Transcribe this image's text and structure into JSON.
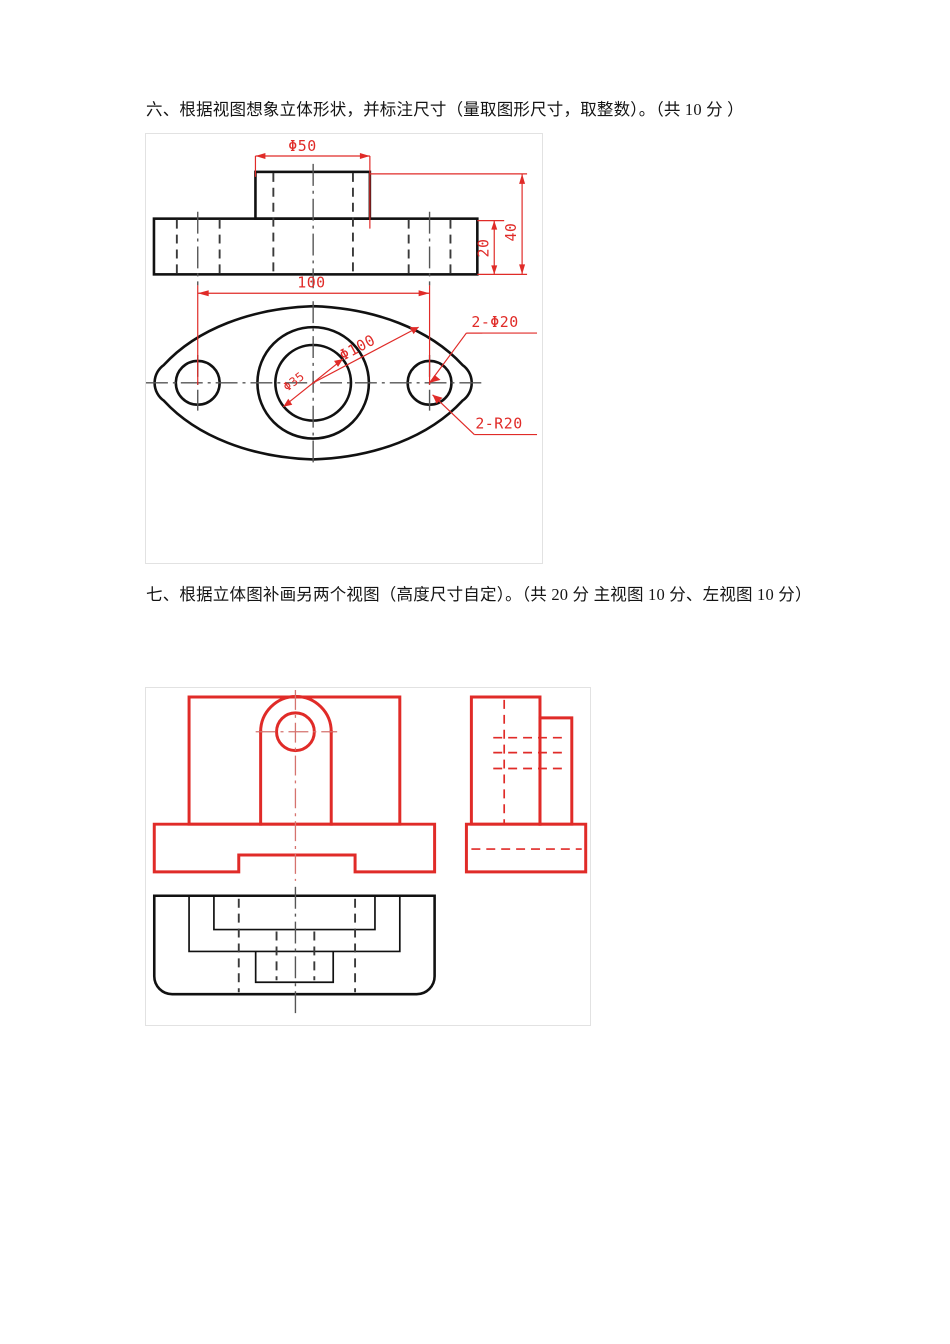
{
  "document": {
    "page_background": "#ffffff",
    "text_color": "#141414",
    "drawing_black": "#111111",
    "drawing_red": "#e02b28"
  },
  "sections": [
    {
      "id": "section-6",
      "heading": "六、根据视图想象立体形状，并标注尺寸（量取图形尺寸，取整数）。（共 10 分 ）",
      "figure": {
        "id": "figure-1",
        "caption": "",
        "views": [
          "front-view",
          "top-view"
        ],
        "dimensions": {
          "front_width_top": "Φ50",
          "front_height_plate": "20",
          "front_height_total": "40",
          "top_width": "100",
          "top_bolt_circle": "Φ100",
          "top_center_bore": "Φ35",
          "top_holes": "2-Φ20",
          "top_fillets": "2-R20"
        }
      }
    },
    {
      "id": "section-7",
      "heading": "七、根据立体图补画另两个视图（高度尺寸自定）。（共 20 分 主视图 10 分、左视图 10 分）",
      "figure": {
        "id": "figure-2",
        "caption": "",
        "views": [
          "front-view-red",
          "left-view-red",
          "top-view-black"
        ],
        "dimensions": {}
      }
    }
  ]
}
